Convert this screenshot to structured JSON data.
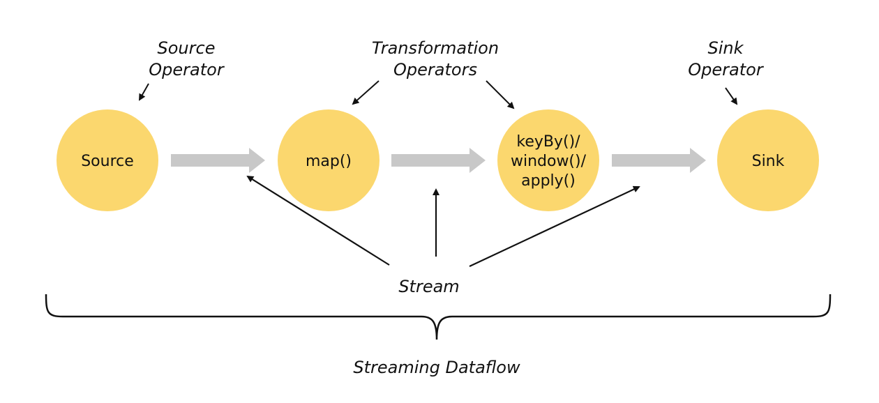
{
  "nodes": {
    "source": {
      "label": "Source"
    },
    "map": {
      "label": "map()"
    },
    "keyby": {
      "lines": [
        "keyBy()/",
        "window()/",
        "apply()"
      ]
    },
    "sink": {
      "label": "Sink"
    }
  },
  "captions": {
    "source_operator": [
      "Source",
      "Operator"
    ],
    "transformation_operators": [
      "Transformation",
      "Operators"
    ],
    "sink_operator": [
      "Sink",
      "Operator"
    ],
    "stream": "Stream",
    "streaming_dataflow": "Streaming Dataflow"
  },
  "colors": {
    "node_fill": "#fbd76e",
    "flow_arrow": "#c8c8c8",
    "line": "#111111"
  }
}
